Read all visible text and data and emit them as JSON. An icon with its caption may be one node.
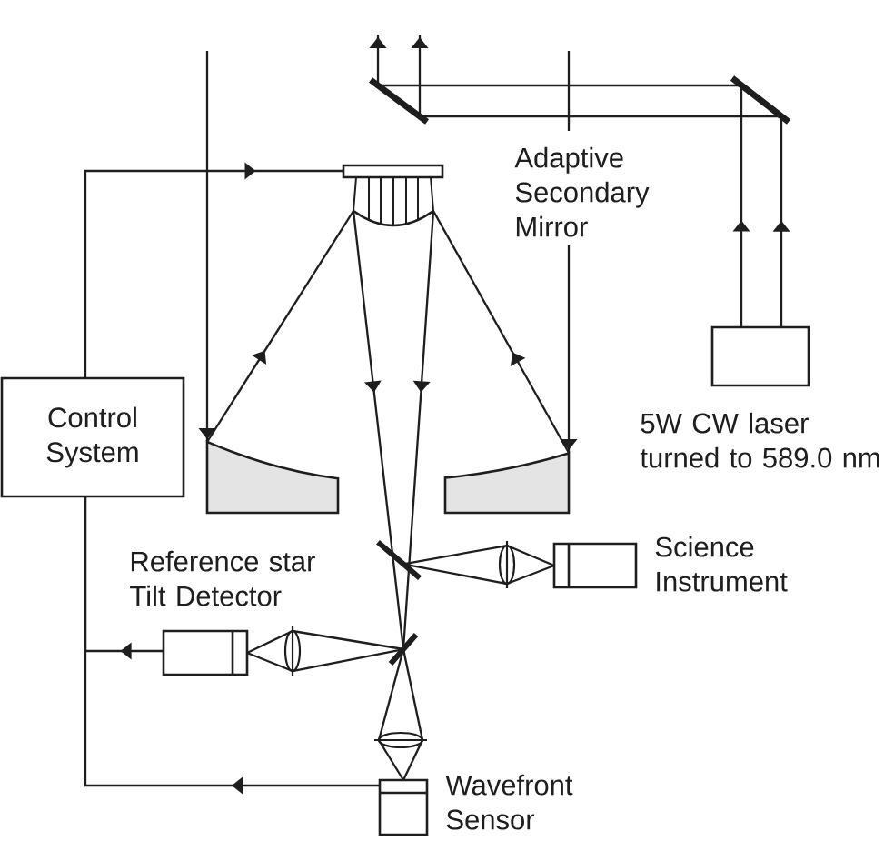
{
  "diagram": {
    "nodes": [
      {
        "text": [],
        "shape": "bar"
      },
      {
        "text": [],
        "shape": "bar"
      },
      {
        "text": [],
        "shape": "picture",
        "beside": [
          "Adaptive Secondary Mirror"
        ]
      },
      {
        "text": [
          "5W CW laser turned to 589.0 nm"
        ]
      },
      {
        "text": [
          "Control System"
        ]
      },
      {
        "text": [],
        "shape": "picture"
      },
      {
        "text": [],
        "shape": "picture"
      },
      {
        "text": [],
        "shape": "bar"
      },
      {
        "text": [],
        "shape": "lens"
      },
      {
        "text": [
          "Science Instrument"
        ]
      },
      {
        "text": [
          "Reference star Tilt Detector"
        ]
      },
      {
        "text": [],
        "shape": "lens"
      },
      {
        "text": [],
        "shape": "bar"
      },
      {
        "text": [],
        "shape": "lens"
      },
      {
        "text": [
          "Wavefront Sensor"
        ]
      }
    ],
    "edges": [
      {
        "from": 4,
        "to": 2,
        "arrow": "to"
      },
      {
        "from": 10,
        "to": 4,
        "arrow": "to"
      },
      {
        "from": 14,
        "to": 4,
        "arrow": "to"
      },
      {
        "from": 3,
        "to": 1,
        "arrow": "to"
      },
      {
        "from": 3,
        "to": 1,
        "arrow": "to"
      },
      {
        "from": 1,
        "to": 0,
        "arrow": "none"
      },
      {
        "from": 1,
        "to": 0,
        "arrow": "none"
      },
      {
        "from": 0,
        "to": null,
        "arrow": "to"
      },
      {
        "from": 0,
        "to": null,
        "arrow": "to"
      },
      {
        "from": null,
        "to": 5,
        "arrow": "to"
      },
      {
        "from": null,
        "to": 6,
        "arrow": "to"
      },
      {
        "from": 5,
        "to": 2,
        "arrow": "to"
      },
      {
        "from": 6,
        "to": 2,
        "arrow": "to"
      },
      {
        "from": 2,
        "to": 7,
        "arrow": "to"
      },
      {
        "from": 2,
        "to": 7,
        "arrow": "to"
      },
      {
        "from": 7,
        "to": 12,
        "arrow": "none"
      },
      {
        "from": 7,
        "to": 12,
        "arrow": "none"
      },
      {
        "from": 7,
        "to": 8,
        "arrow": "none"
      },
      {
        "from": 7,
        "to": 8,
        "arrow": "none"
      },
      {
        "from": 8,
        "to": 9,
        "arrow": "none"
      },
      {
        "from": 8,
        "to": 9,
        "arrow": "none"
      },
      {
        "from": 12,
        "to": 11,
        "arrow": "none"
      },
      {
        "from": 12,
        "to": 11,
        "arrow": "none"
      },
      {
        "from": 11,
        "to": 10,
        "arrow": "none"
      },
      {
        "from": 11,
        "to": 10,
        "arrow": "none"
      },
      {
        "from": 12,
        "to": 13,
        "arrow": "none"
      },
      {
        "from": 12,
        "to": 13,
        "arrow": "none"
      },
      {
        "from": 13,
        "to": 14,
        "arrow": "none"
      },
      {
        "from": 13,
        "to": 14,
        "arrow": "none"
      }
    ]
  }
}
